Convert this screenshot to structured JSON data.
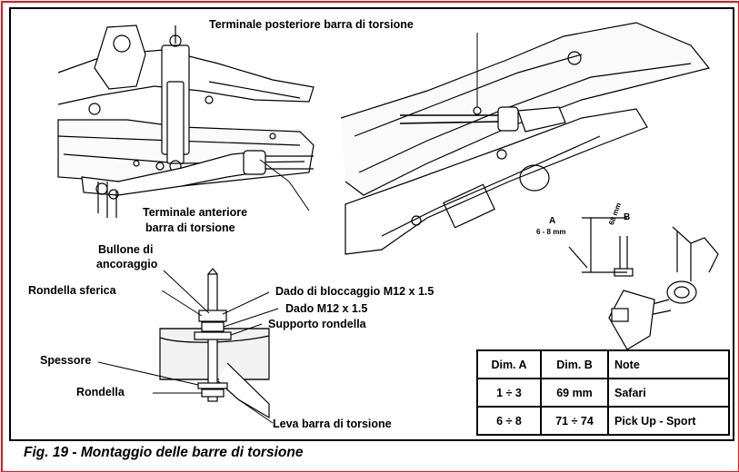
{
  "labels": {
    "rear_terminal": "Terminale posteriore barra di torsione",
    "front_terminal_l1": "Terminale anteriore",
    "front_terminal_l2": "barra di torsione",
    "anchor_bolt_l1": "Bullone di",
    "anchor_bolt_l2": "ancoraggio",
    "spherical_washer": "Rondella sferica",
    "lock_nut": "Dado di bloccaggio M12 x 1.5",
    "nut": "Dado M12 x 1.5",
    "washer_support": "Supporto rondella",
    "shim": "Spessore",
    "washer": "Rondella",
    "lever": "Leva barra di torsione",
    "dim_a": "A",
    "dim_a_value": "6 - 8 mm",
    "dim_b": "B",
    "dim_b_value": "68 mm"
  },
  "table": {
    "headers": [
      "Dim. A",
      "Dim. B",
      "Note"
    ],
    "rows": [
      [
        "1 ÷ 3",
        "69 mm",
        "Safari"
      ],
      [
        "6 ÷ 8",
        "71 ÷ 74",
        "Pick Up - Sport"
      ]
    ]
  },
  "caption": "Fig. 19 - Montaggio delle barre di torsione",
  "colors": {
    "outer_border": "#e8141e",
    "inner_border": "#000000"
  }
}
